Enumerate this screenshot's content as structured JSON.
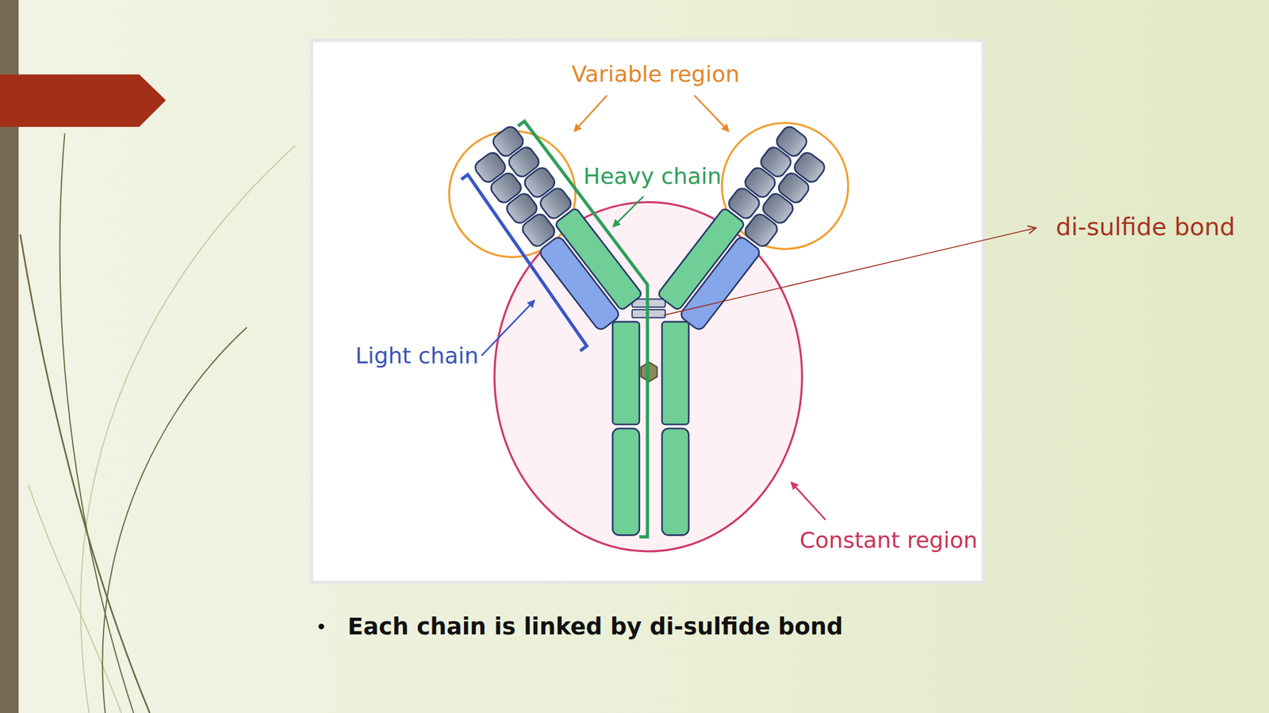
{
  "diagram": {
    "caption": "Each chain is linked by di-sulfide bond",
    "labels": [
      "Variable region",
      "Heavy chain",
      "Light chain",
      "Constant region",
      "di-sulfide bond"
    ]
  }
}
